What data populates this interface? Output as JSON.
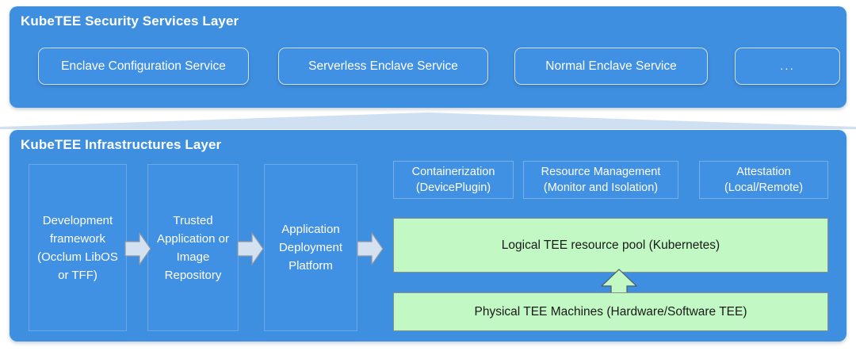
{
  "colors": {
    "panel_blue": "#3f8fe0",
    "box_blue": "#4090e3",
    "green": "#c2f8c4",
    "arrow_gray": "#d3e1f0",
    "connector_blue": "#cfe0f3",
    "text_white": "#ffffff",
    "text_dark": "#1a1a1a"
  },
  "security_layer": {
    "title": "KubeTEE Security Services Layer",
    "services": [
      {
        "label": "Enclave Configuration Service"
      },
      {
        "label": "Serverless Enclave Service"
      },
      {
        "label": "Normal Enclave Service"
      },
      {
        "label": "..."
      }
    ]
  },
  "infrastructures_layer": {
    "title": "KubeTEE Infrastructures Layer",
    "pipeline": [
      {
        "label": "Development framework (Occlum LibOS or TFF)"
      },
      {
        "label": "Trusted Application or Image Repository"
      },
      {
        "label": "Application Deployment Platform"
      }
    ],
    "pipeline_arrows": [
      {
        "name": "arrow-development-to-trusted"
      },
      {
        "name": "arrow-trusted-to-deployment"
      },
      {
        "name": "arrow-deployment-to-pool"
      }
    ],
    "capabilities": [
      {
        "label": "Containerization\n(DevicePlugin)"
      },
      {
        "label": "Resource Management\n(Monitor and Isolation)"
      },
      {
        "label": "Attestation\n(Local/Remote)"
      }
    ],
    "resources": {
      "logical_pool": "Logical TEE resource pool (Kubernetes)",
      "physical_machines": "Physical TEE Machines (Hardware/Software TEE)",
      "uplink_arrow": "physical-to-logical-arrow"
    }
  }
}
